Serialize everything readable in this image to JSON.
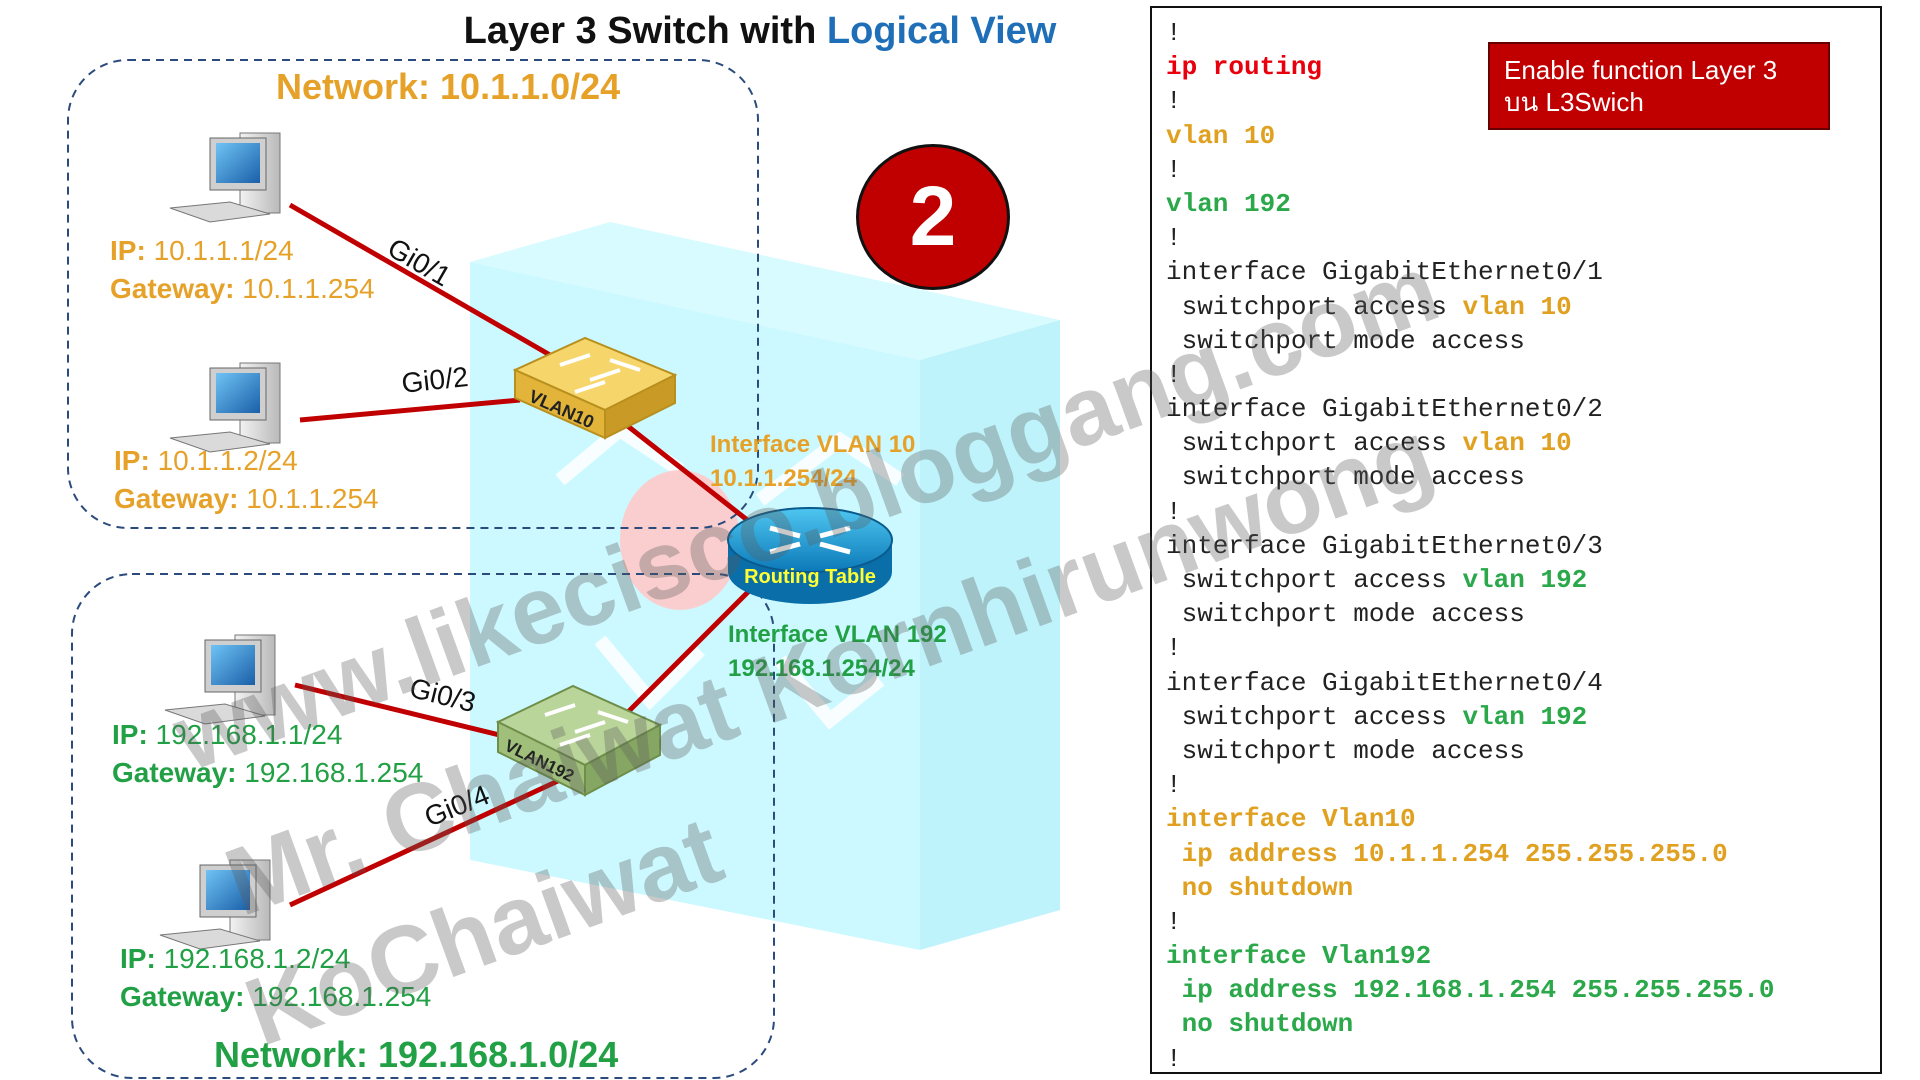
{
  "title": {
    "prefix": "Layer 3 Switch with",
    "highlight": "Logical View"
  },
  "badge": "2",
  "networks": {
    "top": {
      "label": "Network: 10.1.1.0/24",
      "color": "#e6a129"
    },
    "bottom": {
      "label": "Network: 192.168.1.0/24",
      "color": "#22a045"
    }
  },
  "hosts": [
    {
      "ip_key": "IP:",
      "ip": "10.1.1.1/24",
      "gw_key": "Gateway:",
      "gw": "10.1.1.254"
    },
    {
      "ip_key": "IP:",
      "ip": "10.1.1.2/24",
      "gw_key": "Gateway:",
      "gw": "10.1.1.254"
    },
    {
      "ip_key": "IP:",
      "ip": "192.168.1.1/24",
      "gw_key": "Gateway:",
      "gw": "192.168.1.254"
    },
    {
      "ip_key": "IP:",
      "ip": "192.168.1.2/24",
      "gw_key": "Gateway:",
      "gw": "192.168.1.254"
    }
  ],
  "ports": [
    "Gi0/1",
    "Gi0/2",
    "Gi0/3",
    "Gi0/4"
  ],
  "switches": {
    "vlan10": "VLAN10",
    "vlan192": "VLAN192"
  },
  "router": {
    "label": "Routing Table"
  },
  "interfaces": {
    "vlan10": {
      "name": "Interface VLAN 10",
      "addr": "10.1.1.254/24"
    },
    "vlan192": {
      "name": "Interface VLAN 192",
      "addr": "192.168.1.254/24"
    }
  },
  "watermark": {
    "line1": "www.likecisco.bloggang.com",
    "line2": "Mr. Chaiwat Kornhirunwong",
    "line3": "KoChaiwat"
  },
  "callout": {
    "text": "Enable function Layer 3 บน L3Swich"
  },
  "config": [
    [
      {
        "t": "!",
        "c": ""
      }
    ],
    [
      {
        "t": "ip routing",
        "c": "red"
      }
    ],
    [
      {
        "t": "!",
        "c": ""
      }
    ],
    [
      {
        "t": "vlan 10",
        "c": "orange"
      }
    ],
    [
      {
        "t": "!",
        "c": ""
      }
    ],
    [
      {
        "t": "vlan 192",
        "c": "green"
      }
    ],
    [
      {
        "t": "!",
        "c": ""
      }
    ],
    [
      {
        "t": "interface GigabitEthernet0/1",
        "c": ""
      }
    ],
    [
      {
        "t": " switchport access ",
        "c": ""
      },
      {
        "t": "vlan 10",
        "c": "orange"
      }
    ],
    [
      {
        "t": " switchport mode access",
        "c": ""
      }
    ],
    [
      {
        "t": "!",
        "c": ""
      }
    ],
    [
      {
        "t": "interface GigabitEthernet0/2",
        "c": ""
      }
    ],
    [
      {
        "t": " switchport access ",
        "c": ""
      },
      {
        "t": "vlan 10",
        "c": "orange"
      }
    ],
    [
      {
        "t": " switchport mode access",
        "c": ""
      }
    ],
    [
      {
        "t": "!",
        "c": ""
      }
    ],
    [
      {
        "t": "interface GigabitEthernet0/3",
        "c": ""
      }
    ],
    [
      {
        "t": " switchport access ",
        "c": ""
      },
      {
        "t": "vlan 192",
        "c": "green"
      }
    ],
    [
      {
        "t": " switchport mode access",
        "c": ""
      }
    ],
    [
      {
        "t": "!",
        "c": ""
      }
    ],
    [
      {
        "t": "interface GigabitEthernet0/4",
        "c": ""
      }
    ],
    [
      {
        "t": " switchport access ",
        "c": ""
      },
      {
        "t": "vlan 192",
        "c": "green"
      }
    ],
    [
      {
        "t": " switchport mode access",
        "c": ""
      }
    ],
    [
      {
        "t": "!",
        "c": ""
      }
    ],
    [
      {
        "t": "interface Vlan10",
        "c": "orange"
      }
    ],
    [
      {
        "t": " ip address 10.1.1.254 255.255.255.0",
        "c": "orange"
      }
    ],
    [
      {
        "t": " no shutdown",
        "c": "orange"
      }
    ],
    [
      {
        "t": "!",
        "c": ""
      }
    ],
    [
      {
        "t": "interface Vlan192",
        "c": "green"
      }
    ],
    [
      {
        "t": " ip address 192.168.1.254 255.255.255.0",
        "c": "green"
      }
    ],
    [
      {
        "t": " no shutdown",
        "c": "green"
      }
    ],
    [
      {
        "t": "!",
        "c": ""
      }
    ]
  ]
}
